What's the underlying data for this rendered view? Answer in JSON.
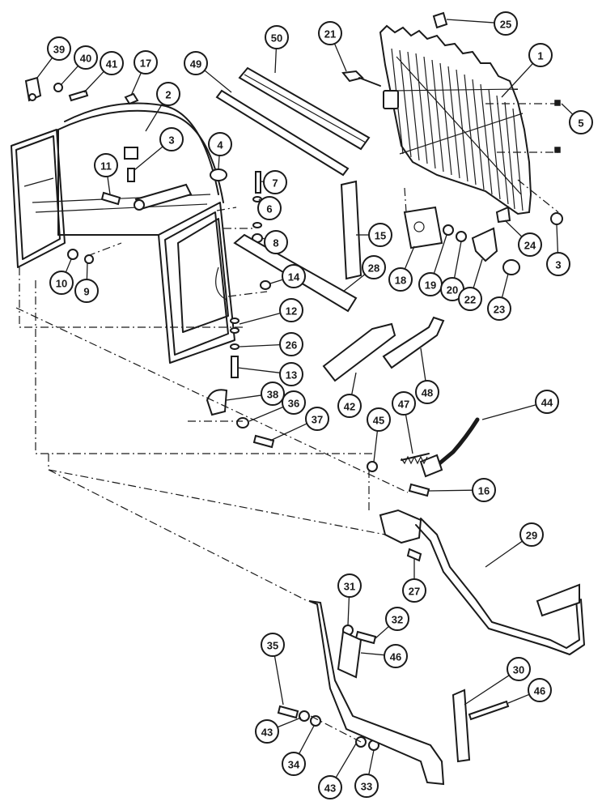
{
  "callouts": [
    {
      "label": "1"
    },
    {
      "label": "2"
    },
    {
      "label": "3"
    },
    {
      "label": "3"
    },
    {
      "label": "4"
    },
    {
      "label": "5"
    },
    {
      "label": "6"
    },
    {
      "label": "7"
    },
    {
      "label": "8"
    },
    {
      "label": "9"
    },
    {
      "label": "10"
    },
    {
      "label": "11"
    },
    {
      "label": "12"
    },
    {
      "label": "13"
    },
    {
      "label": "14"
    },
    {
      "label": "15"
    },
    {
      "label": "16"
    },
    {
      "label": "17"
    },
    {
      "label": "18"
    },
    {
      "label": "19"
    },
    {
      "label": "20"
    },
    {
      "label": "21"
    },
    {
      "label": "22"
    },
    {
      "label": "23"
    },
    {
      "label": "24"
    },
    {
      "label": "25"
    },
    {
      "label": "26"
    },
    {
      "label": "27"
    },
    {
      "label": "28"
    },
    {
      "label": "29"
    },
    {
      "label": "30"
    },
    {
      "label": "31"
    },
    {
      "label": "32"
    },
    {
      "label": "33"
    },
    {
      "label": "34"
    },
    {
      "label": "35"
    },
    {
      "label": "36"
    },
    {
      "label": "37"
    },
    {
      "label": "38"
    },
    {
      "label": "39"
    },
    {
      "label": "40"
    },
    {
      "label": "41"
    },
    {
      "label": "42"
    },
    {
      "label": "43"
    },
    {
      "label": "43"
    },
    {
      "label": "44"
    },
    {
      "label": "45"
    },
    {
      "label": "46"
    },
    {
      "label": "46"
    },
    {
      "label": "47"
    },
    {
      "label": "48"
    },
    {
      "label": "49"
    },
    {
      "label": "50"
    }
  ]
}
